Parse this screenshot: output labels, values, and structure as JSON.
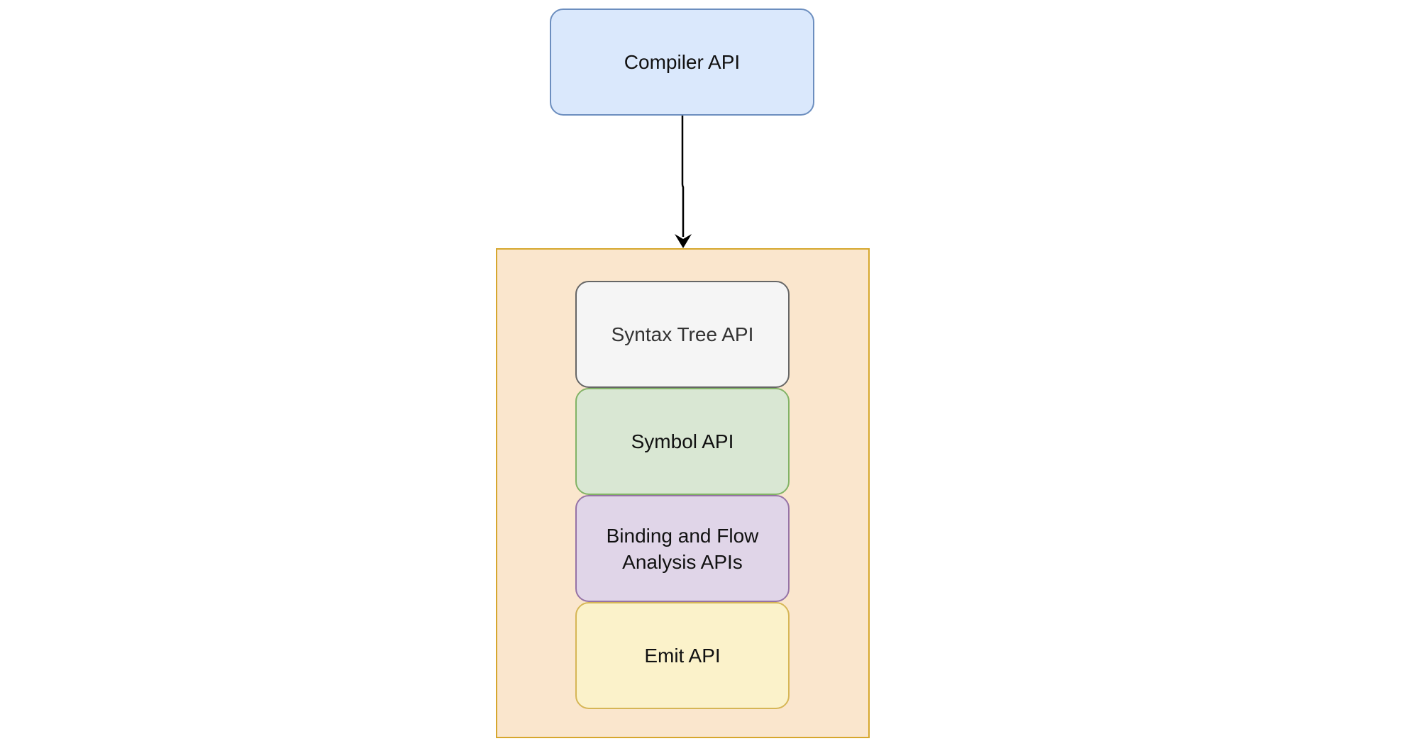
{
  "nodes": {
    "compiler": {
      "label": "Compiler API"
    },
    "syntax_tree": {
      "label": "Syntax Tree API"
    },
    "symbol": {
      "label": "Symbol API"
    },
    "binding": {
      "label": "Binding and Flow\nAnalysis APIs"
    },
    "emit": {
      "label": "Emit API"
    }
  },
  "colors": {
    "compiler_fill": "#dae8fc",
    "compiler_stroke": "#6c8ebf",
    "container_fill": "#fae6cd",
    "container_stroke": "#d6a72e",
    "syntax_fill": "#f5f5f5",
    "symbol_fill": "#d9e7d3",
    "binding_fill": "#e0d5e8",
    "emit_fill": "#fbf2ca",
    "arrow": "#000000"
  },
  "edges": [
    {
      "from": "compiler",
      "to": "api-container",
      "arrow": "arrowhead-down"
    }
  ]
}
